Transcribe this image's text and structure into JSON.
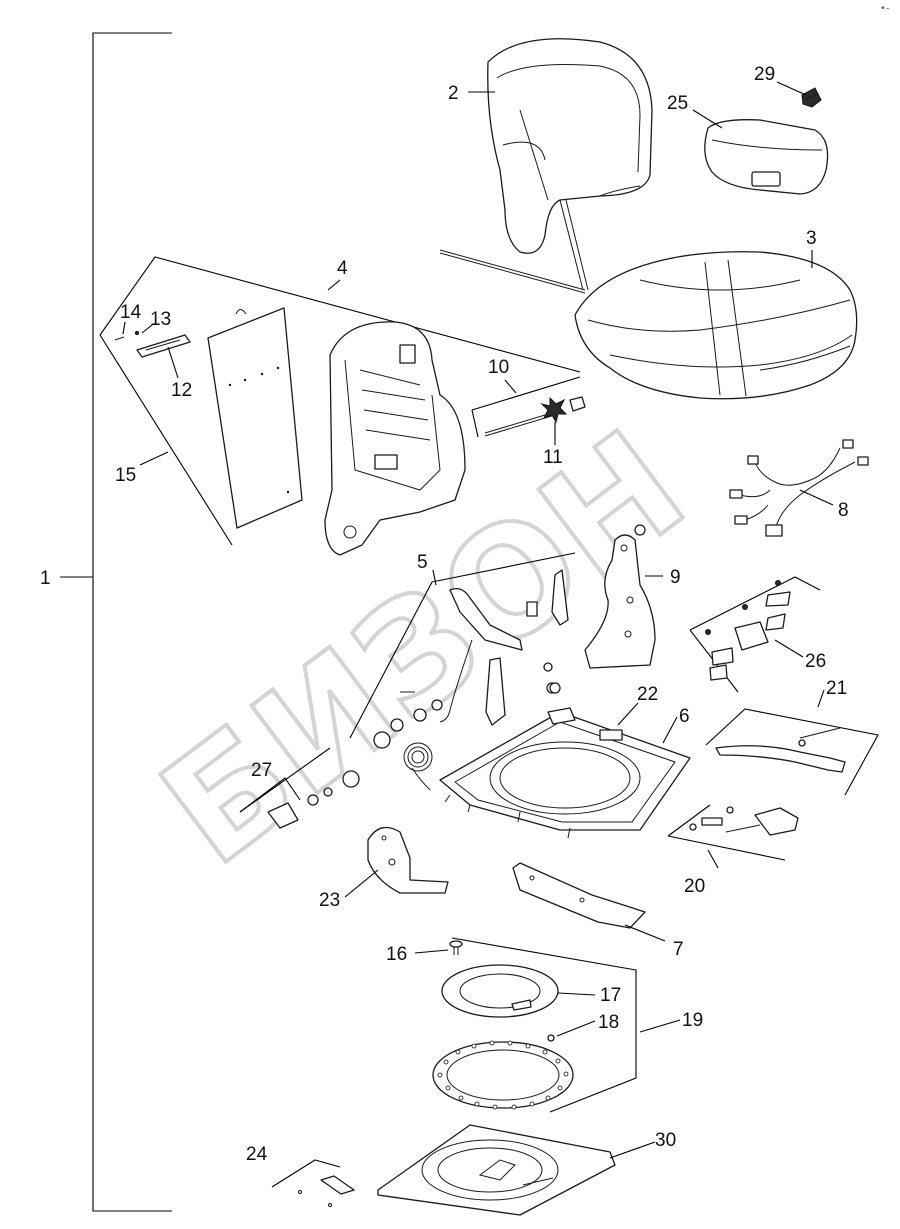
{
  "corner_mark": "•–",
  "watermark": "БИЗОН",
  "callouts": {
    "c1": "1",
    "c2": "2",
    "c3": "3",
    "c4": "4",
    "c5": "5",
    "c6": "6",
    "c7": "7",
    "c8": "8",
    "c9": "9",
    "c10": "10",
    "c11": "11",
    "c12": "12",
    "c13": "13",
    "c14": "14",
    "c15": "15",
    "c16": "16",
    "c17": "17",
    "c18": "18",
    "c19": "19",
    "c20": "20",
    "c21": "21",
    "c22": "22",
    "c23": "23",
    "c24": "24",
    "c25": "25",
    "c26": "26",
    "c27": "27",
    "c29": "29",
    "c30": "30"
  }
}
